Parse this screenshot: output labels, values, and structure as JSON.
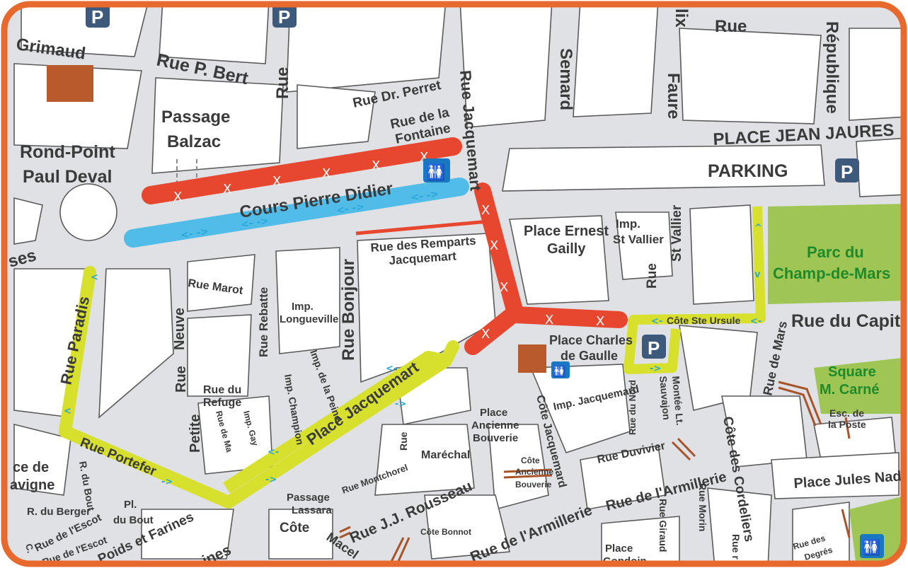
{
  "colors": {
    "frame": "#e8692e",
    "street_bg": "#dfe1e4",
    "block": "#ffffff",
    "closed_route": "#e8472f",
    "blue_route": "#52bce8",
    "yellow_route": "#d7e02c",
    "park": "#9fc655",
    "building": "#b85a2b",
    "parking_badge": "#3d5a7d",
    "stairs": "#a8542a"
  },
  "icons": {
    "parking": "P",
    "toilets": "🚻",
    "two_way_arrows": "<- ->",
    "closed_marker": "X"
  },
  "streets": {
    "grimaud": "Grimaud",
    "rue_p_bert": "Rue P. Bert",
    "rue_top_left": "Rue",
    "passage_balzac_1": "Passage",
    "passage_balzac_2": "Balzac",
    "rond_point_1": "Rond-Point",
    "rond_point_2": "Paul Deval",
    "ses": "ses",
    "rue_dr_perret": "Rue Dr. Perret",
    "rue_de_la_fontaine_1": "Rue de la",
    "rue_de_la_fontaine_2": "Fontaine",
    "rue_jacquemart": "Rue Jacquemart",
    "semard": "Semard",
    "lix": "lix",
    "faure": "Faure",
    "rue_top": "Rue",
    "republique": "République",
    "place_jean_jaures": "PLACE JEAN JAURES",
    "parking": "PARKING",
    "cours_pierre_didier": "Cours Pierre Didier",
    "rue_des_remparts_1": "Rue des Remparts",
    "rue_des_remparts_2": "Jacquemart",
    "place_ernest_gailly_1": "Place Ernest",
    "place_ernest_gailly_2": "Gailly",
    "imp_st_vallier_1": "Imp.",
    "imp_st_vallier_2": "St Vallier",
    "st_vallier": "St Vallier",
    "rue_mid": "Rue",
    "parc_1": "Parc du",
    "parc_2": "Champ-de-Mars",
    "rue_du_capital": "Rue du Capita",
    "cote_ste_ursule": "Côte Ste Ursule",
    "place_charles_1": "Place Charles",
    "place_charles_2": "de Gaulle",
    "rue_paradis": "Rue Paradis",
    "rue_marot": "Rue Marot",
    "neuve": "Neuve",
    "rue_left": "Rue",
    "rue_rebatte": "Rue Rebatte",
    "imp_longueville_1": "Imp.",
    "imp_longueville_2": "Longueville",
    "rue_bonjour": "Rue Bonjour",
    "imp_de_la_peine": "Imp. de la Peine",
    "imp_champion": "Imp. Champion",
    "rue_du_refuge_1": "Rue du",
    "rue_du_refuge_2": "Refuge",
    "rue_de_ma": "Rue de Ma",
    "imp_gay": "Imp. Gay",
    "petite": "Petite",
    "place_jacquemart": "Place Jacquemart",
    "rue_portefer": "Rue Portefer",
    "rue_de_mars": "Rue de Mars",
    "square_1": "Square",
    "square_2": "M. Carné",
    "esc_poste_1": "Esc. de",
    "esc_poste_2": "la Poste",
    "imp_jacquemard": "Imp. Jacquemard",
    "rue_du_nord": "Rue du Nord",
    "montee_1": "Montée Lt.",
    "montee_2": "Sauvajon",
    "cote_des_cordeliers": "Côte des Cordeliers",
    "place_ancienne_1": "Place",
    "place_ancienne_2": "Ancienne",
    "place_ancienne_3": "Bouverie",
    "cote_jacquemard": "Côte Jacquemard",
    "rue_duvivier": "Rue Duvivier",
    "place_jules_nadi": "Place Jules Nadi",
    "rue_short": "Rue",
    "marechal": "Maréchal",
    "rue_montchorel": "Rue Montchorel",
    "cote_ancienne_1": "Côte",
    "cote_ancienne_2": "Ancienne",
    "cote_ancienne_3": "Bouverie",
    "rue_de_larmillerie_1": "Rue de l'Armillerie",
    "rue_giraud": "Rue Giraud",
    "rue_morin": "Rue Morin",
    "rue_r": "Rue r",
    "rue_de_larmillerie_2": "Rue de l'Armillerie",
    "rue_jj_rousseau": "Rue J.J. Rousseau",
    "cote_bonnot": "Côte Bonnot",
    "passage_lassara_1": "Passage",
    "passage_lassara_2": "Lassara",
    "cote": "Côte",
    "macel": "Macel",
    "place_gondoin_1": "Place",
    "place_gondoin_2": "Gondoin",
    "rue_des_degres_1": "Rue des",
    "rue_des_degres_2": "Degrés",
    "ce_de": "ce de",
    "avigne": "avigne",
    "r_du_bout": "R. du Bout",
    "r_du_berger": "R. du Berger",
    "rue_de_lescot_1": "Rue de l'Escot",
    "pl_du_bout_1": "Pl.",
    "pl_du_bout_2": "du Bout",
    "c": "C.",
    "rue_de_lescot_2": "Rue de l'Escot",
    "poids_et_farines": "Poids et Farines",
    "ines": "ines"
  }
}
